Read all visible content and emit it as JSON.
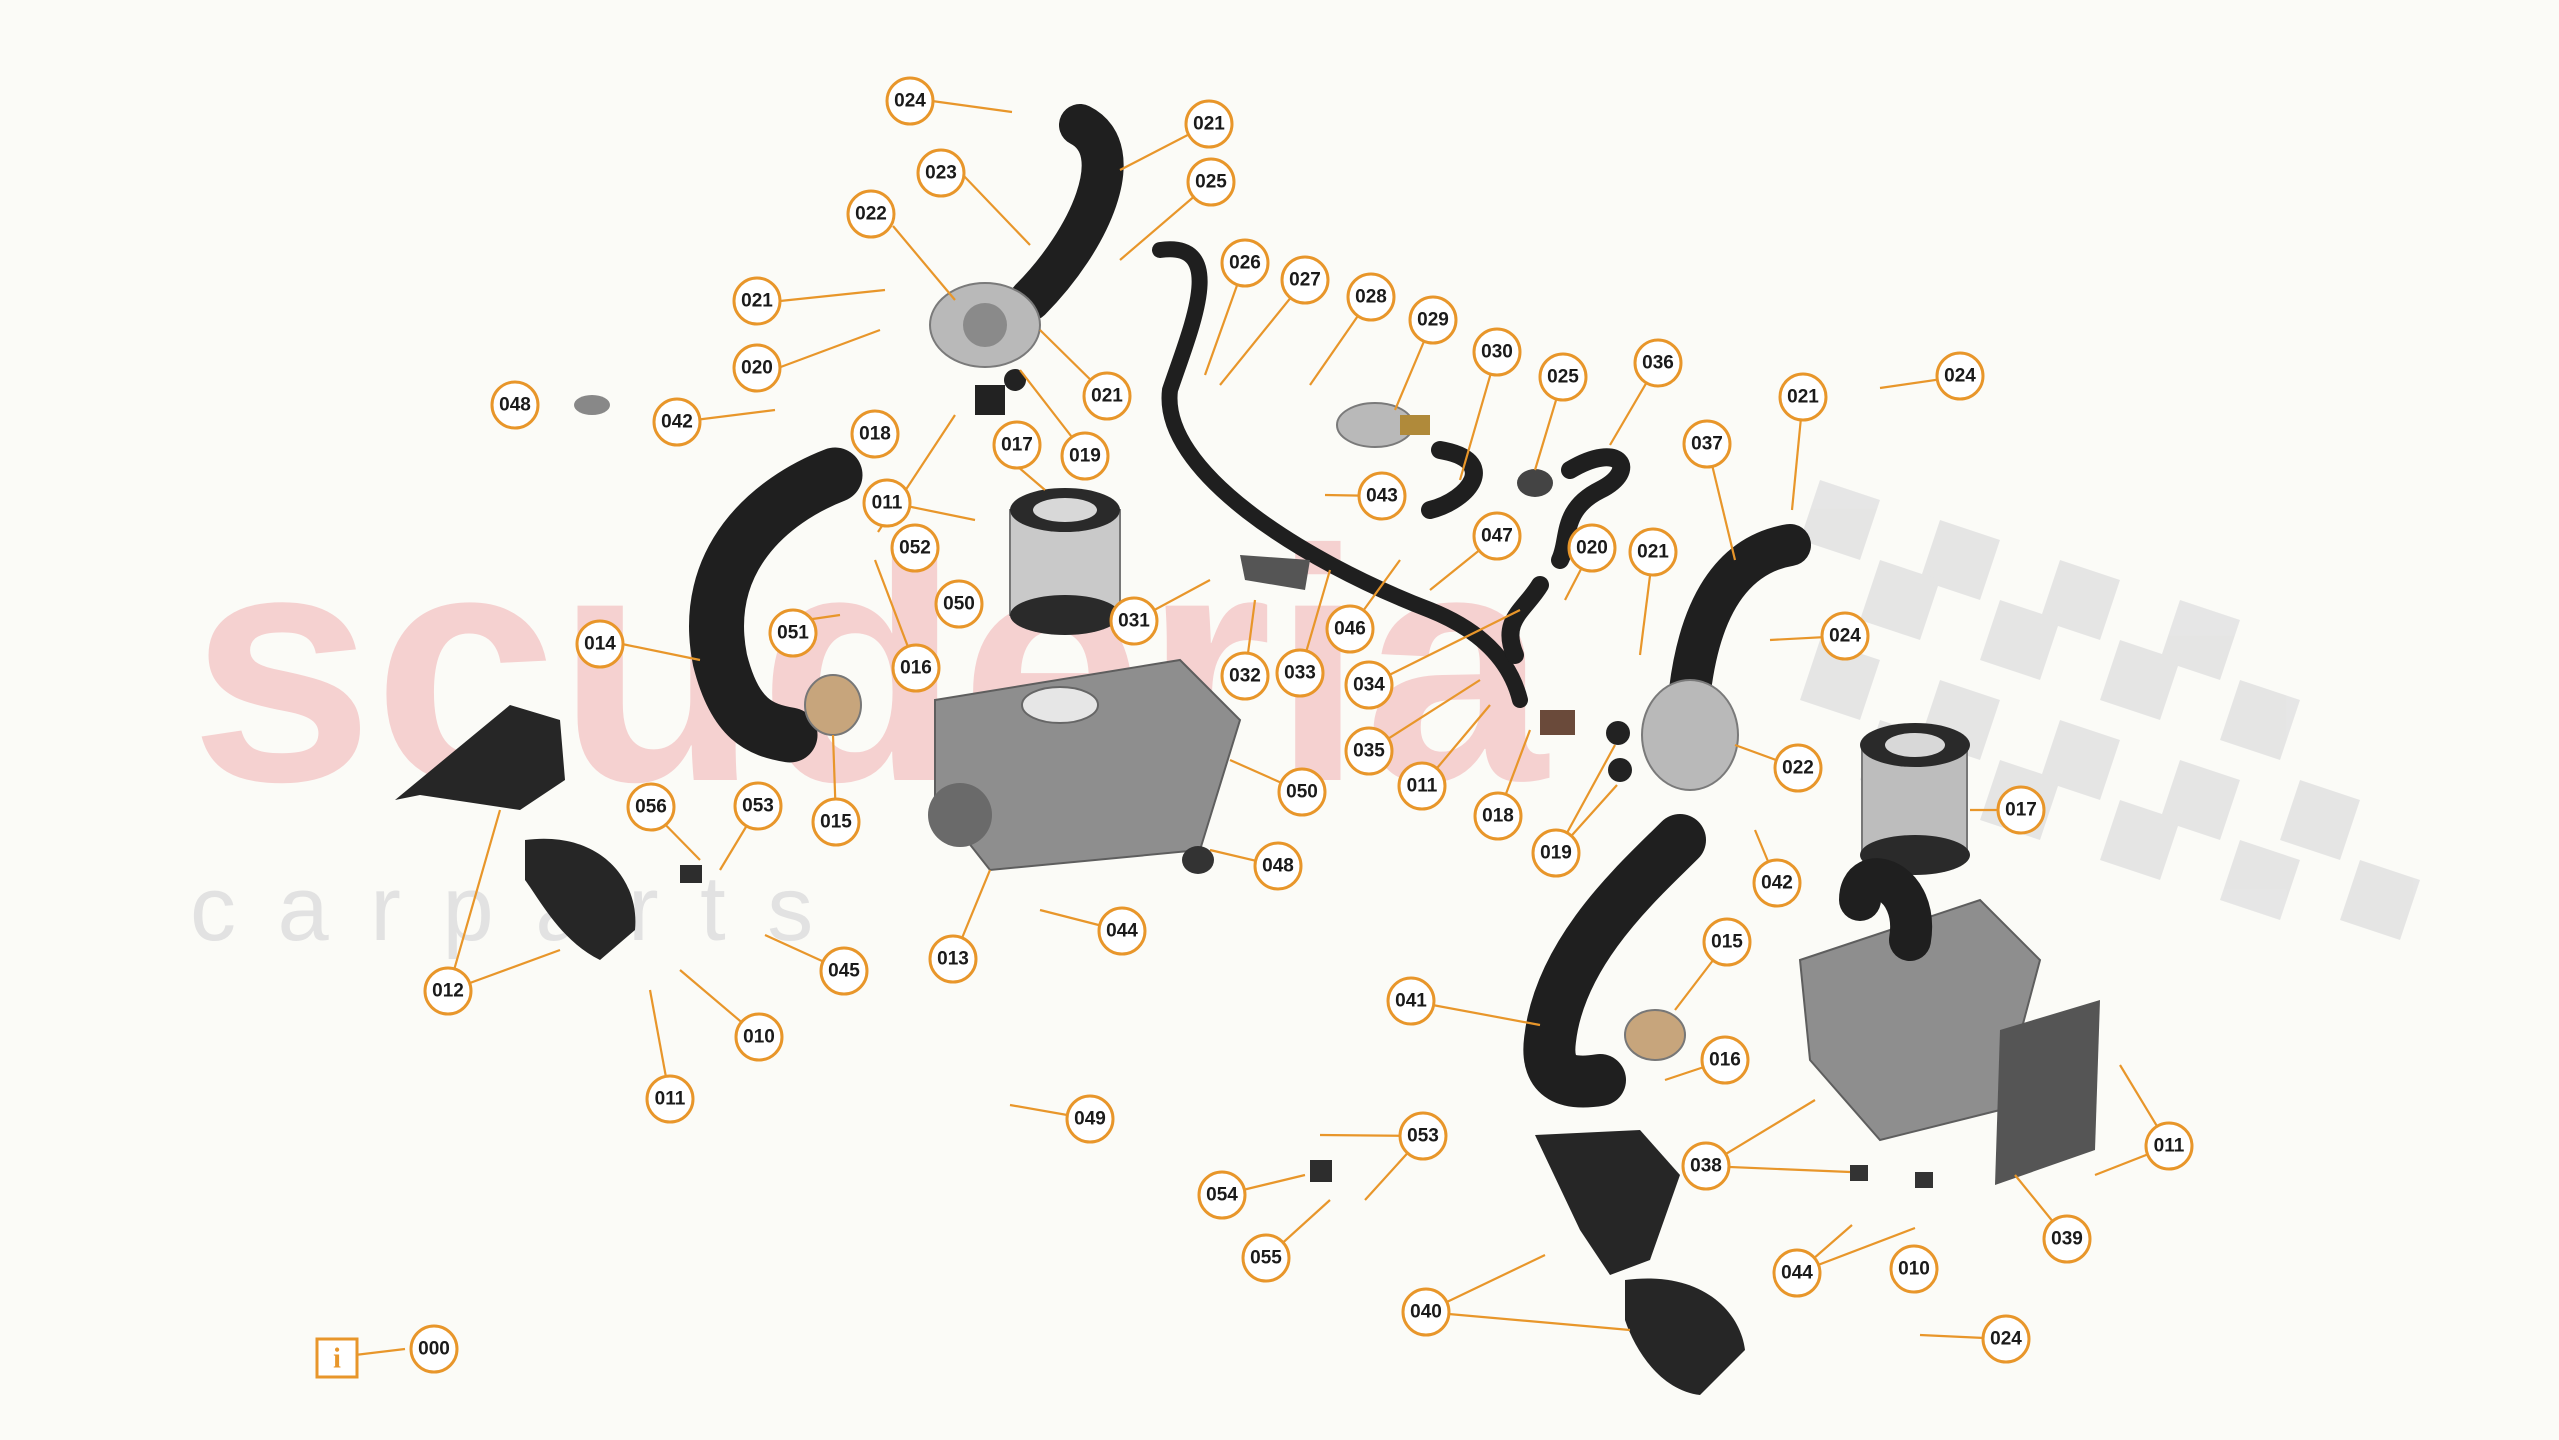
{
  "watermark": {
    "main": "scuderia",
    "sub": "c a r p a r t s"
  },
  "info_icon": {
    "glyph": "i",
    "code": "000"
  },
  "accent_color": "#e8962a",
  "callouts": {
    "c024a": "024",
    "c021a": "021",
    "c025a": "025",
    "c023": "023",
    "c022a": "022",
    "c021b": "021",
    "c020a": "020",
    "c021c": "021",
    "c048a": "048",
    "c042a": "042",
    "c018a": "018",
    "c017a": "017",
    "c019a": "019",
    "c011a": "011",
    "c052": "052",
    "c050a": "050",
    "c051": "051",
    "c016a": "016",
    "c014": "014",
    "c015a": "015",
    "c056": "056",
    "c053a": "053",
    "c012": "012",
    "c045": "045",
    "c010a": "010",
    "c011b": "011",
    "c013": "013",
    "c044a": "044",
    "c049": "049",
    "c048b": "048",
    "c050b": "050",
    "c031": "031",
    "c032": "032",
    "c033": "033",
    "c026": "026",
    "c027": "027",
    "c028": "028",
    "c029": "029",
    "c030": "030",
    "c025b": "025",
    "c036": "036",
    "c043": "043",
    "c047": "047",
    "c046": "046",
    "c034": "034",
    "c035": "035",
    "c011c": "011",
    "c018b": "018",
    "c019b": "019",
    "c020b": "020",
    "c021d": "021",
    "c037": "037",
    "c021e": "021",
    "c024b": "024",
    "c024c": "024",
    "c022b": "022",
    "c017b": "017",
    "c042b": "042",
    "c015b": "015",
    "c016b": "016",
    "c041": "041",
    "c053b": "053",
    "c054": "054",
    "c055": "055",
    "c038": "038",
    "c040": "040",
    "c044b": "044",
    "c010b": "010",
    "c024d": "024",
    "c039": "039",
    "c011d": "011",
    "c000": "000"
  }
}
